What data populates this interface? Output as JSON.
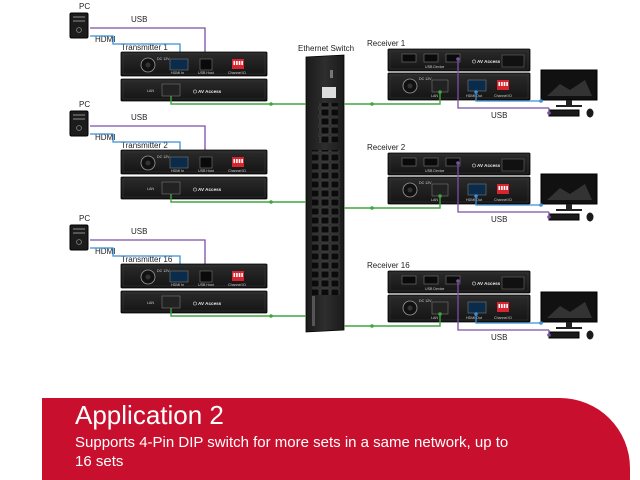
{
  "diagram": {
    "switch_label": "Ethernet Switch",
    "transmitters": [
      {
        "pc_label": "PC",
        "usb_label": "USB",
        "hdmi_label": "HDMI",
        "name": "Transmitter 1"
      },
      {
        "pc_label": "PC",
        "usb_label": "USB",
        "hdmi_label": "HDMI",
        "name": "Transmitter 2"
      },
      {
        "pc_label": "PC",
        "usb_label": "USB",
        "hdmi_label": "HDMI",
        "name": "Transmitter 16"
      }
    ],
    "receivers": [
      {
        "name": "Receiver 1",
        "usb_label": "USB"
      },
      {
        "name": "Receiver 2",
        "usb_label": "USB"
      },
      {
        "name": "Receiver 16",
        "usb_label": "USB"
      }
    ],
    "device_text": {
      "av_access": "AV Access",
      "lan": "LAN",
      "dc": "DC 12V",
      "hdmi_in": "HDMI In",
      "hdmi_out": "HDMI Out",
      "usb_host": "USB Host",
      "usb_device": "USB Device",
      "channel_id": "Channel ID"
    },
    "colors": {
      "usb": "#7b4fa6",
      "hdmi": "#3a8fd6",
      "lan": "#3fa63f",
      "brand": "#c8102e"
    }
  },
  "banner": {
    "title": "Application 2",
    "subtitle": "Supports 4-Pin DIP switch for more sets in a same network, up to 16 sets"
  }
}
